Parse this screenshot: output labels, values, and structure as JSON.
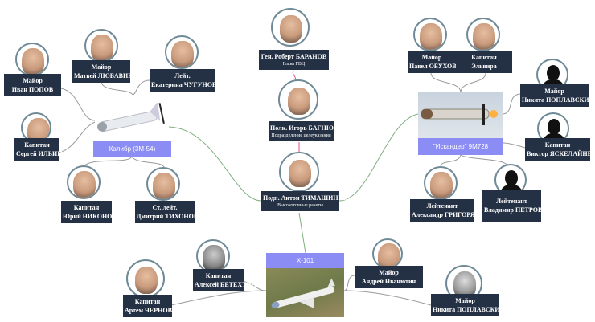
{
  "topics": {
    "kalibr": "Калибр (3М-54)",
    "iskander": "\"Искандер\" 9М728",
    "kh101": "Х-101"
  },
  "people": {
    "popov": {
      "rank": "Майор",
      "name": "Иван ПОПОВ"
    },
    "lyubavin": {
      "rank": "Майор",
      "name": "Матвей ЛЮБАВИН"
    },
    "chugunova": {
      "rank": "Лейт.",
      "name": "Екатерина ЧУГУНОВА"
    },
    "ilyin": {
      "rank": "Капитан",
      "name": "Сергей ИЛЬИН"
    },
    "nikonov": {
      "rank": "Капитан",
      "name": "Юрий НИКОНОВ"
    },
    "tikhonov": {
      "rank": "Ст. лейт.",
      "name": "Дмитрий ТИХОНОВ"
    },
    "baranov": {
      "name": "Ген. Роберт БАРАНОВ",
      "role": "Глава ГВЦ"
    },
    "bagnyuk": {
      "name": "Полк. Игорь  БАГНЮК",
      "role": "Подразделение целеуказания"
    },
    "timashinov": {
      "name": "Подп. Антон ТИМАШИНОВ",
      "role": "Высокоточные ракеты"
    },
    "obukhov": {
      "rank": "Майор",
      "name": "Павел ОБУХОВ"
    },
    "elvira": {
      "rank": "Капитан",
      "name": "Эльвира"
    },
    "poplavsky1": {
      "rank": "Майор",
      "name": "Никита ПОПЛАВСКИЙ"
    },
    "yaskelainen": {
      "rank": "Капитан",
      "name": "Виктор ЯСКЕЛАЙНЕН"
    },
    "grigoryan": {
      "rank": "Лейтенант",
      "name": "Александр ГРИГОРЯН"
    },
    "petrov": {
      "rank": "Лейтенант",
      "name": "Владимир ПЕТРОВ"
    },
    "betekhtin": {
      "rank": "Капитан",
      "name": "Алексей БЕТЕХТИН"
    },
    "chernov": {
      "rank": "Капитан",
      "name": "Артем ЧЕРНОВ"
    },
    "ivanyutin": {
      "rank": "Майор",
      "name": "Андрей Иванютин"
    },
    "poplavsky2": {
      "rank": "Майор",
      "name": "Никита ПОПЛАВСКИЙ"
    }
  },
  "colors": {
    "label_bg": "#243044",
    "topic_bg": "#8c8cf5",
    "link_gray": "#999999",
    "link_green": "#7fb07f",
    "link_pink": "#e05090"
  }
}
